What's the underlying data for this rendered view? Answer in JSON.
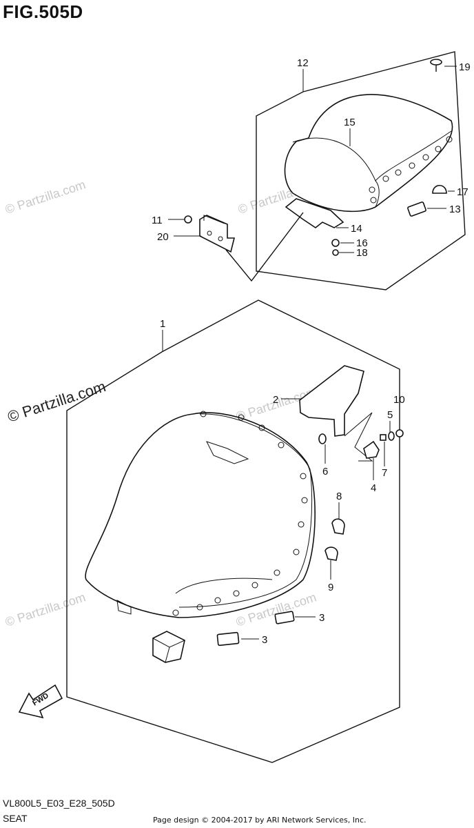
{
  "figure": {
    "title": "FIG.505D",
    "code": "VL800L5_E03_E28_505D",
    "name": "SEAT"
  },
  "watermark": "© Partzilla.com",
  "footer": "Page design © 2004-2017 by ARI Network Services, Inc.",
  "fwd_label": "FWD",
  "callouts": {
    "p1": "1",
    "p2": "2",
    "p3a": "3",
    "p3b": "3",
    "p4": "4",
    "p5": "5",
    "p6": "6",
    "p7": "7",
    "p8": "8",
    "p9": "9",
    "p10": "10",
    "p11": "11",
    "p12": "12",
    "p13": "13",
    "p14": "14",
    "p15": "15",
    "p16": "16",
    "p17": "17",
    "p18": "18",
    "p19": "19",
    "p20": "20"
  }
}
